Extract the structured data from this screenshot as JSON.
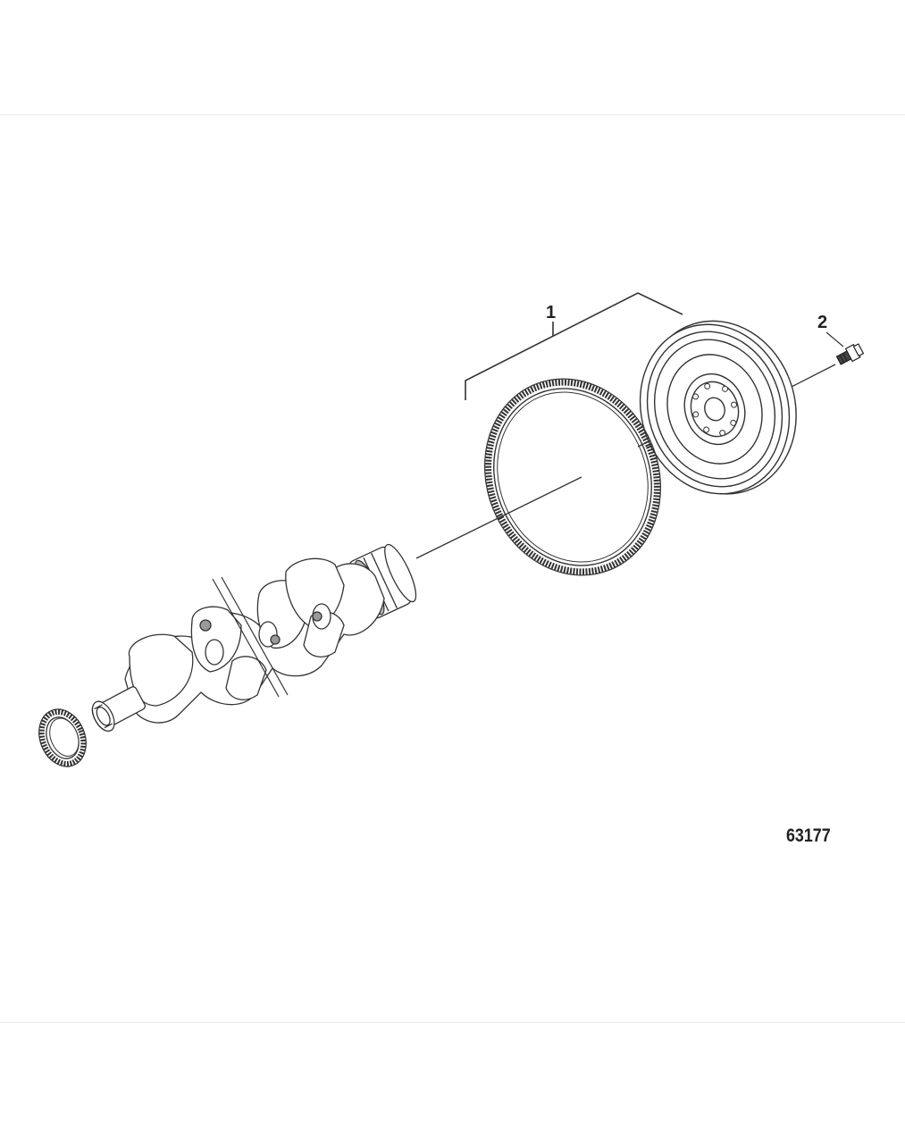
{
  "figure": {
    "number": "63177"
  },
  "callouts": [
    {
      "label": "1"
    },
    {
      "label": "2"
    }
  ],
  "colors": {
    "line": "#333333",
    "fill": "#ffffff",
    "frame": "#ececec"
  }
}
